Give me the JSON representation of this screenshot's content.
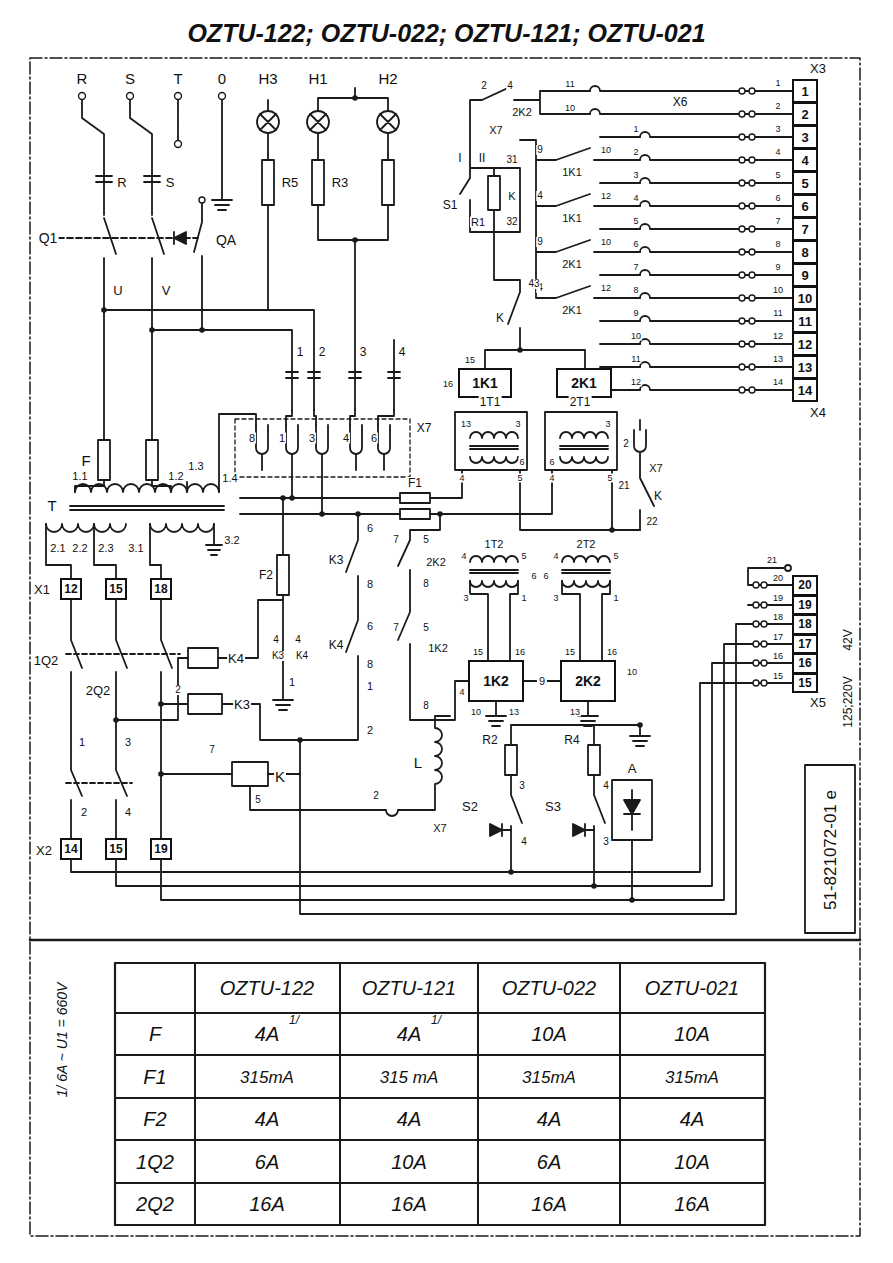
{
  "diagram": {
    "title": "OZTU-122; OZTU-022; OZTU-121; OZTU-021",
    "nodes": [
      {
        "text": [
          "1K1"
        ]
      },
      {
        "text": [
          "2K1"
        ]
      },
      {
        "text": [
          "1K2"
        ]
      },
      {
        "text": [
          "2K2"
        ]
      },
      {
        "text": [
          "1"
        ]
      },
      {
        "text": [
          "2"
        ]
      },
      {
        "text": [
          "3"
        ]
      },
      {
        "text": [
          "4"
        ]
      },
      {
        "text": [
          "5"
        ]
      },
      {
        "text": [
          "6"
        ]
      },
      {
        "text": [
          "7"
        ]
      },
      {
        "text": [
          "8"
        ]
      },
      {
        "text": [
          "9"
        ]
      },
      {
        "text": [
          "10"
        ]
      },
      {
        "text": [
          "11"
        ]
      },
      {
        "text": [
          "12"
        ]
      },
      {
        "text": [
          "13"
        ]
      },
      {
        "text": [
          "14"
        ]
      },
      {
        "text": [
          "20"
        ]
      },
      {
        "text": [
          "19"
        ]
      },
      {
        "text": [
          "18"
        ]
      },
      {
        "text": [
          "17"
        ]
      },
      {
        "text": [
          "16"
        ]
      },
      {
        "text": [
          "15"
        ]
      },
      {
        "text": [
          "12"
        ]
      },
      {
        "text": [
          "15"
        ]
      },
      {
        "text": [
          "18"
        ]
      },
      {
        "text": [
          "14"
        ]
      },
      {
        "text": [
          "15"
        ]
      },
      {
        "text": [
          "19"
        ]
      }
    ],
    "edges": [
      {
        "from": 2,
        "to": 3,
        "arrow": "none",
        "label": "9"
      }
    ],
    "labels": [
      "R",
      "S",
      "T",
      "0",
      "H3",
      "H1",
      "H2",
      "R",
      "S",
      "Q1",
      "QA",
      "U",
      "V",
      "R5",
      "R3",
      "1",
      "2",
      "3",
      "4",
      "F",
      "T",
      "1.1",
      "1.2",
      "1.3",
      "1.4",
      "2.1",
      "2.2",
      "2.3",
      "3.1",
      "3.2",
      "X1",
      "1Q2",
      "2Q2",
      "1",
      "3",
      "2",
      "4",
      "X2",
      "8",
      "1",
      "3",
      "4",
      "6",
      "X7",
      "F2",
      "K3",
      "6",
      "8",
      "6",
      "8",
      "4",
      "4",
      "K3",
      "K4",
      "K4",
      "1",
      "1",
      "2",
      "K4",
      "K3",
      "2",
      "7",
      "K",
      "5",
      "F1",
      "7",
      "5",
      "2K2",
      "8",
      "7",
      "5",
      "1K2",
      "8",
      "1T1",
      "2T1",
      "13",
      "3",
      "3",
      "6",
      "6",
      "4",
      "5",
      "4",
      "5",
      "1T2",
      "2T2",
      "4",
      "5",
      "4",
      "5",
      "6",
      "6",
      "3",
      "1",
      "3",
      "1",
      "15",
      "16",
      "4",
      "10",
      "13",
      "15",
      "16",
      "10",
      "13",
      "2",
      "X7",
      "21",
      "K",
      "22",
      "L",
      "2",
      "X7",
      "R2",
      "R4",
      "S2",
      "S3",
      "3",
      "4",
      "4",
      "3",
      "A",
      "2",
      "4",
      "2K2",
      "11",
      "10",
      "X6",
      "X7",
      "9",
      "10",
      "1",
      "1K1",
      "2",
      "4",
      "12",
      "3",
      "1K1",
      "4",
      "9",
      "10",
      "5",
      "2K1",
      "6",
      "4",
      "12",
      "7",
      "2K1",
      "8",
      "9",
      "10",
      "11",
      "12",
      "X3",
      "X4",
      "1",
      "2",
      "3",
      "4",
      "5",
      "6",
      "7",
      "8",
      "9",
      "10",
      "11",
      "12",
      "13",
      "14",
      "I",
      "II",
      "31",
      "S1",
      "R1",
      "K",
      "32",
      "43",
      "K",
      "15",
      "16",
      "21",
      "20",
      "19",
      "18",
      "17",
      "16",
      "15",
      "X5",
      "42V",
      "125;220V",
      "51-821072-01 e",
      "1/ 6A ~ U1 = 660V",
      "OZTU-122",
      "OZTU-121",
      "OZTU-022",
      "OZTU-021",
      "F",
      "4A",
      "1/",
      "4A",
      "1/",
      "10A",
      "10A",
      "F1",
      "315mA",
      "315 mA",
      "315mA",
      "315mA",
      "F2",
      "4A",
      "4A",
      "4A",
      "4A",
      "1Q2",
      "6A",
      "10A",
      "6A",
      "10A",
      "2Q2",
      "16A",
      "16A",
      "16A",
      "16A"
    ]
  }
}
